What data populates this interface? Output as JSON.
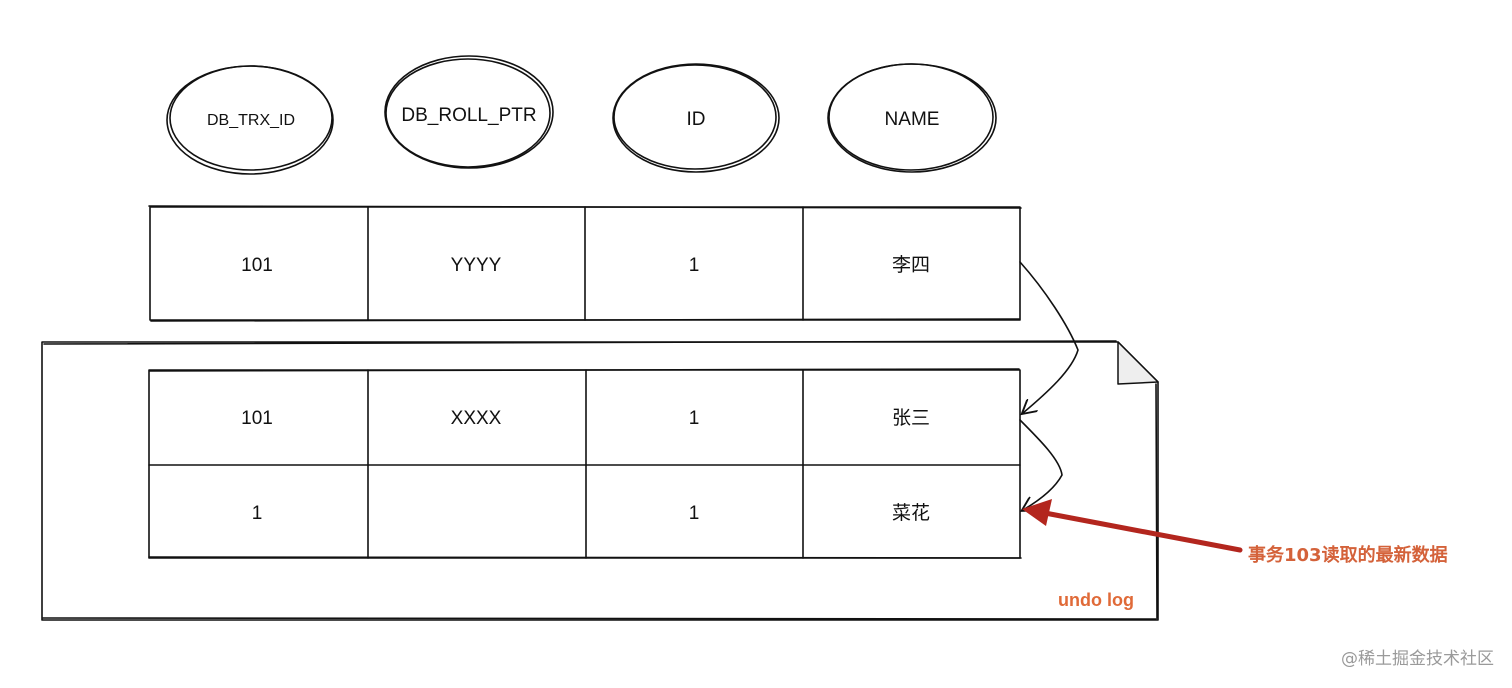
{
  "columns": [
    {
      "label": "DB_TRX_ID"
    },
    {
      "label": "DB_ROLL_PTR"
    },
    {
      "label": "ID"
    },
    {
      "label": "NAME"
    }
  ],
  "current_row": [
    "101",
    "YYYY",
    "1",
    "李四"
  ],
  "undo_log": {
    "label": "undo log",
    "rows": [
      [
        "101",
        "XXXX",
        "1",
        "张三"
      ],
      [
        "1",
        "",
        "1",
        "菜花"
      ]
    ]
  },
  "annotation": {
    "text": "事务103读取的最新数据",
    "color": "#b3261e"
  },
  "watermark": "@稀土掘金技术社区"
}
